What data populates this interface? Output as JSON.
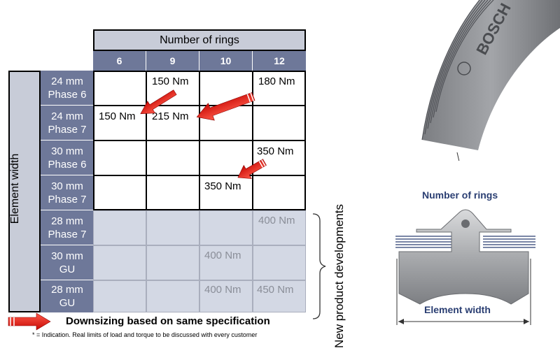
{
  "table": {
    "header_title": "Number of rings",
    "columns": [
      "6",
      "9",
      "10",
      "12"
    ],
    "side_label": "Element width",
    "rows": [
      {
        "line1": "24 mm",
        "line2": "Phase 6"
      },
      {
        "line1": "24 mm",
        "line2": "Phase 7"
      },
      {
        "line1": "30 mm",
        "line2": "Phase 6"
      },
      {
        "line1": "30 mm",
        "line2": "Phase 7"
      },
      {
        "line1": "28 mm",
        "line2": "Phase 7"
      },
      {
        "line1": "30 mm",
        "line2": "GU"
      },
      {
        "line1": "28 mm",
        "line2": "GU"
      }
    ],
    "values": {
      "r0_c9": "150 Nm",
      "r0_c12": "180 Nm",
      "r1_c6": "150 Nm",
      "r1_c9": "215 Nm",
      "r2_c12": "350 Nm",
      "r3_c10": "350 Nm",
      "r4_c12": "400 Nm",
      "r5_c10": "400 Nm",
      "r6_c10": "400 Nm",
      "r6_c12": "450 Nm"
    }
  },
  "new_developments_label": "New product developments",
  "legend_caption": "Downsizing based on same specification",
  "footnote": "* = Indication. Real limits of load and torque to be discussed with every customer",
  "figure": {
    "brand": "BOSCH",
    "rings_label": "Number of rings",
    "width_label": "Element width"
  },
  "colors": {
    "header_light": "#c8ccd8",
    "header_dark": "#6e7899",
    "new_dev_fill": "#d3d8e4",
    "arrow_red": "#e8140c",
    "label_blue": "#2a3e72"
  }
}
